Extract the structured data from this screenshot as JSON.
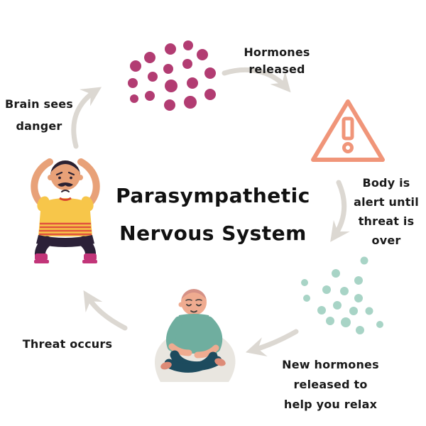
{
  "title": {
    "line1": "Parasympathetic",
    "line2": "Nervous System"
  },
  "labels": {
    "brain_sees_danger": [
      "Brain sees",
      "danger"
    ],
    "hormones_released": [
      "Hormones released"
    ],
    "body_alert": [
      "Body is",
      "alert until",
      "threat is",
      "over"
    ],
    "new_hormones": [
      "New hormones",
      "released to",
      "help you relax"
    ],
    "threat_occurs": [
      "Threat occurs"
    ]
  },
  "icons": {
    "warning_triangle": "warning-triangle-exclamation-icon",
    "stress_hormone_dots": "pink-dot-cluster",
    "relax_hormone_dots": "teal-dot-cluster",
    "cycle_arrows": "hand-drawn-curved-arrows"
  },
  "illustrations": {
    "stressed_person": "stressed-man-hands-on-head",
    "meditating_person": "person-meditating-cross-legged"
  },
  "colors": {
    "stress_dots": "#b23c72",
    "relax_dots": "#a8d4c6",
    "warning_triangle": "#f09579",
    "arrows": "#dcd8d2",
    "text": "#1a1a1a",
    "background": "#ffffff",
    "shirt_yellow": "#f7c64a",
    "stripe_red": "#e1523c",
    "pants_dark": "#2c2138",
    "boots_magenta": "#c23579",
    "meditator_shirt_teal": "#6fae9f",
    "meditator_pants": "#1d4b5e",
    "beanbag": "#e9e6e0"
  }
}
